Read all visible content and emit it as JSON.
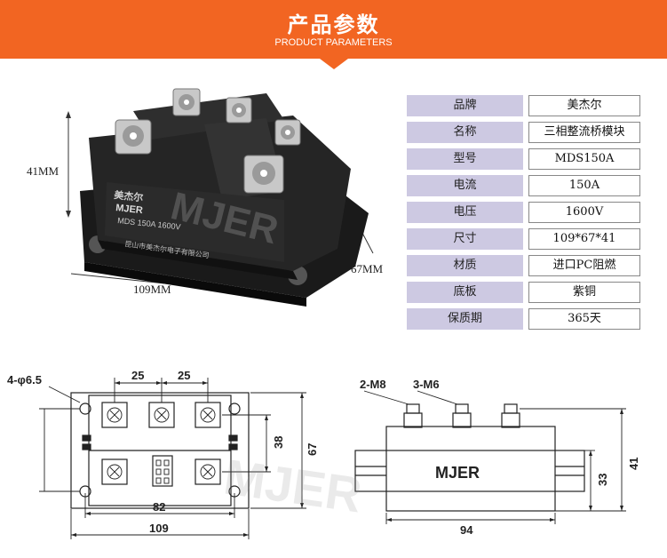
{
  "header": {
    "title": "产品参数",
    "subtitle": "PRODUCT PARAMETERS",
    "accent_color": "#f26522"
  },
  "photo": {
    "height_label": "41MM",
    "length_label": "109MM",
    "width_label": "67MM",
    "module_brand": "MJER",
    "module_model": "MDS 150A 1600V",
    "module_maker": "昆山市美杰尔电子有限公司",
    "module_logo_text": "美杰尔"
  },
  "specs": [
    {
      "label": "品牌",
      "value": "美杰尔"
    },
    {
      "label": "名称",
      "value": "三相整流桥模块"
    },
    {
      "label": "型号",
      "value": "MDS150A"
    },
    {
      "label": "电流",
      "value": "150A"
    },
    {
      "label": "电压",
      "value": "1600V"
    },
    {
      "label": "尺寸",
      "value": "109*67*41"
    },
    {
      "label": "材质",
      "value": "进口PC阻燃"
    },
    {
      "label": "底板",
      "value": "紫铜"
    },
    {
      "label": "保质期",
      "value": "365天"
    }
  ],
  "drawing_top": {
    "hole_label": "4-φ6.5",
    "pitch_a": "25",
    "pitch_b": "25",
    "inner_height": "38",
    "outer_height": "67",
    "hole_spacing": "82",
    "overall_length": "109"
  },
  "drawing_side": {
    "screw_a": "2-M8",
    "screw_b": "3-M6",
    "brand": "MJER",
    "body_height": "33",
    "total_height": "41",
    "body_length": "94"
  },
  "watermark": "MJER"
}
